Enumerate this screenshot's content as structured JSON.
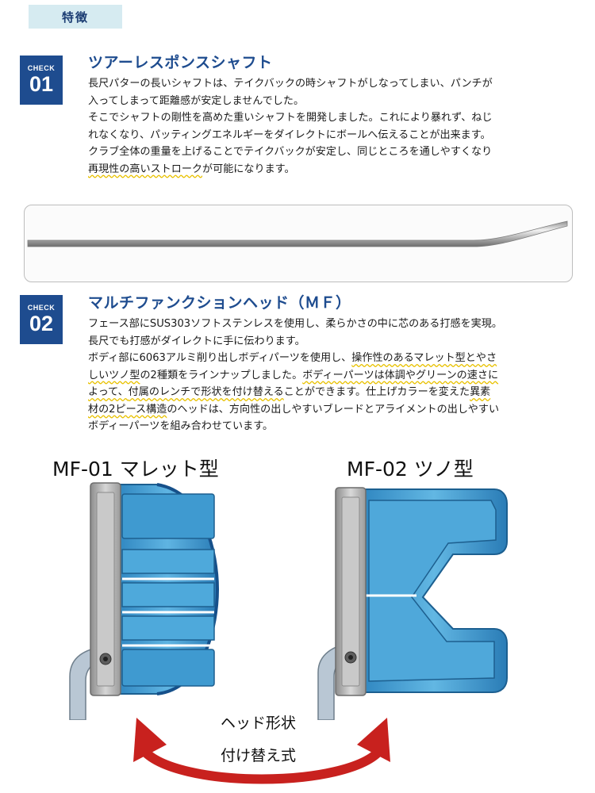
{
  "header": {
    "tag": "特徴"
  },
  "check1": {
    "badge_top": "CHECK",
    "badge_num": "01",
    "title": "ツアーレスポンスシャフト",
    "lines": [
      "長尺パターの長いシャフトは、テイクバックの時シャフトがしなってしまい、パンチが",
      "入ってしまって距離感が安定しませんでした。",
      "そこでシャフトの剛性を高めた重いシャフトを開発しました。これにより暴れず、ねじ",
      "れなくなり、パッティングエネルギーをダイレクトにボールへ伝えることが出来ます。",
      "クラブ全体の重量を上げることでテイクバックが安定し、同じところを通しやすくなり"
    ],
    "last_wavy": "再現性の高いストローク",
    "last_tail": "が可能になります。"
  },
  "check2": {
    "badge_top": "CHECK",
    "badge_num": "02",
    "title": "マルチファンクションヘッド（ＭＦ）",
    "line1": "フェース部にSUS303ソフトステンレスを使用し、柔らかさの中に芯のある打感を実現。",
    "line2": "長尺でも打感がダイレクトに手に伝わります。",
    "line3_a": "ボディ部に6063アルミ削り出しボディパーツを使用し、",
    "line3_b": "操作性のあるマレット型とやさ",
    "line4_a": "しいツノ型",
    "line4_b": "の2種類をラインナップしました。",
    "line4_c": "ボディーパーツは体調やグリーンの速さに",
    "line5_a": "よって、",
    "line5_b": "付属のレンチで形状を付け替える",
    "line5_c": "ことができます。仕上げカラーを変えた",
    "line5_d": "異素",
    "line6_a": "材の2ピース構造",
    "line6_b": "のヘッドは、方向性の出しやすいブレードとアライメントの出しやすい",
    "line7": "ボディーパーツを組み合わせています。"
  },
  "models": {
    "mf01": "MF-01 マレット型",
    "mf02": "MF-02 ツノ型"
  },
  "change": {
    "line1": "ヘッド形状",
    "line2": "付け替え式"
  },
  "colors": {
    "brand_blue": "#1e4c8f",
    "head_blue": "#4aa3d6",
    "underline_yellow": "#e8c100",
    "arrow_red": "#c8211e"
  }
}
